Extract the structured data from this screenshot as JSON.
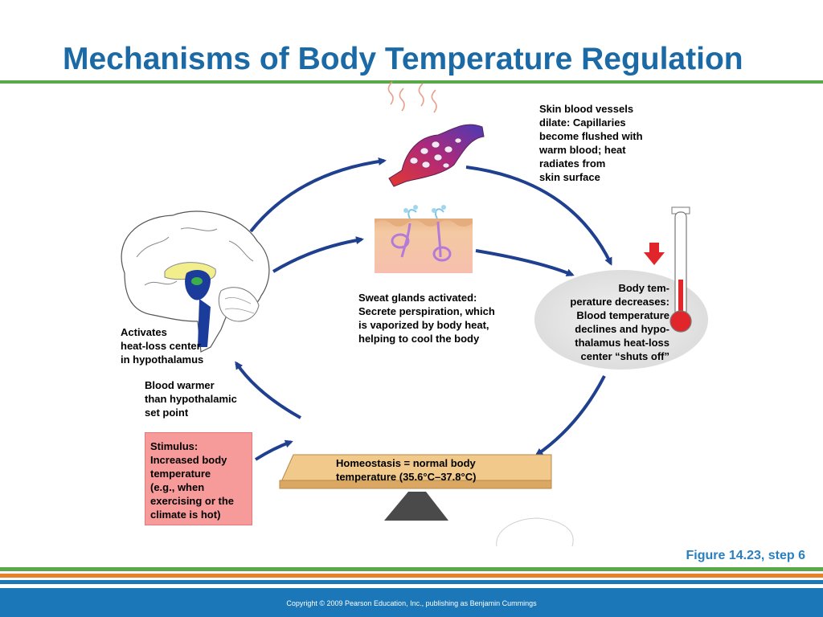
{
  "title": "Mechanisms of Body Temperature Regulation",
  "labels": {
    "skin_vessels": "Skin blood vessels\ndilate: Capillaries\nbecome flushed with\nwarm blood; heat\nradiates from\nskin surface",
    "sweat_glands": "Sweat glands activated:\nSecrete perspiration, which\nis vaporized by body heat,\nhelping to cool the body",
    "body_temp_decreases": "Body tem-\nperature decreases:\nBlood temperature\ndeclines and hypo-\nthalamus heat-loss\ncenter “shuts off”",
    "activates": "Activates\nheat-loss center\nin hypothalamus",
    "blood_warmer": "Blood warmer\nthan hypothalamic\nset point",
    "stimulus": "Stimulus:\nIncreased body\ntemperature\n(e.g., when\nexercising or the\nclimate is hot)",
    "homeostasis": "Homeostasis = normal body\ntemperature (35.6°C–37.8°C)"
  },
  "figure_label": "Figure 14.23, step 6",
  "copyright": "Copyright © 2009 Pearson Education, Inc., publishing as Benjamin Cummings",
  "colors": {
    "title": "#1b6aa6",
    "arrow": "#1f3f8f",
    "green_rule": "#5aa84a",
    "orange_rule": "#e8822a",
    "blue_rule": "#1b77b8",
    "stimulus_fill": "#f79a9a",
    "balance_beam": "#f1c98b",
    "thermometer_red": "#e0262b"
  }
}
